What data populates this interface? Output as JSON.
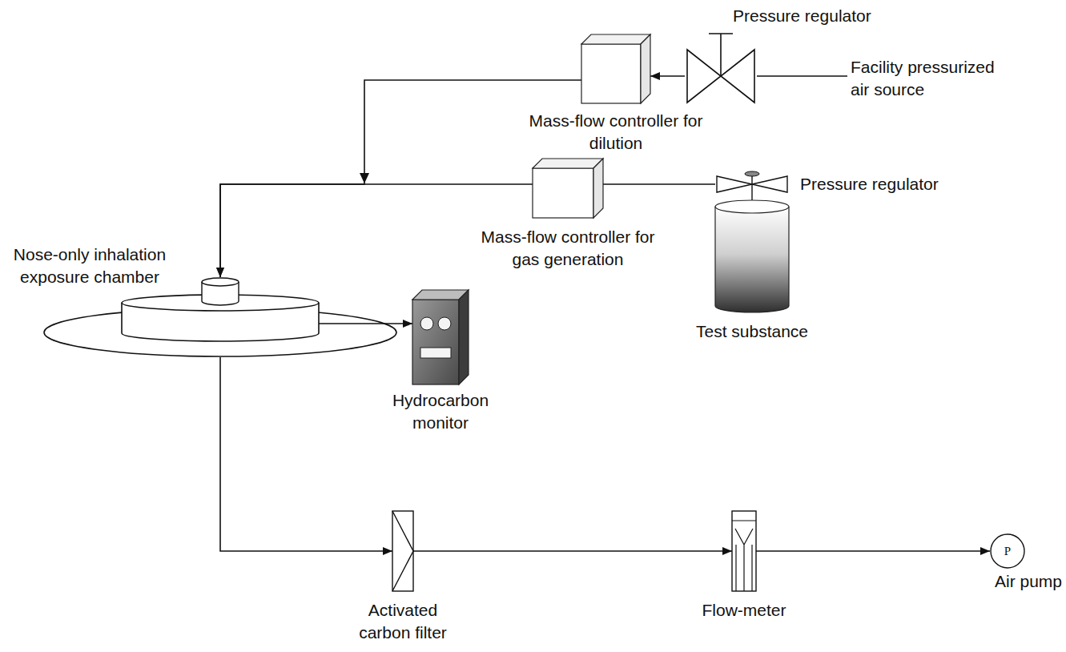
{
  "diagram": {
    "nodes": [
      {
        "text": [
          "Pressure regulator"
        ]
      },
      {
        "text": [
          "Mass-flow controller for dilution"
        ]
      },
      {
        "text": [
          "Mass-flow controller for gas generation"
        ]
      },
      {
        "text": [
          "Pressure regulator"
        ]
      },
      {
        "text": [
          "Test substance"
        ]
      },
      {
        "text": [
          "Nose-only inhalation exposure chamber"
        ]
      },
      {
        "text": [
          "Hydrocarbon monitor"
        ]
      },
      {
        "text": [
          "Activated carbon filter"
        ]
      },
      {
        "text": [
          "Flow-meter"
        ]
      },
      {
        "text": [
          "P",
          "Air pump"
        ]
      }
    ],
    "edges": [
      {
        "from": 0,
        "to": 1,
        "arrow": "to"
      },
      {
        "from": 1,
        "to": 5,
        "arrow": "to"
      },
      {
        "from": 3,
        "to": 2,
        "arrow": "none"
      },
      {
        "from": 2,
        "to": 5,
        "arrow": "to"
      },
      {
        "from": 5,
        "to": 6,
        "arrow": "to"
      },
      {
        "from": 5,
        "to": 7,
        "arrow": "to"
      },
      {
        "from": 7,
        "to": 8,
        "arrow": "to"
      },
      {
        "from": 8,
        "to": 9,
        "arrow": "to"
      }
    ],
    "labels": [
      "Facility pressurized air source"
    ]
  }
}
